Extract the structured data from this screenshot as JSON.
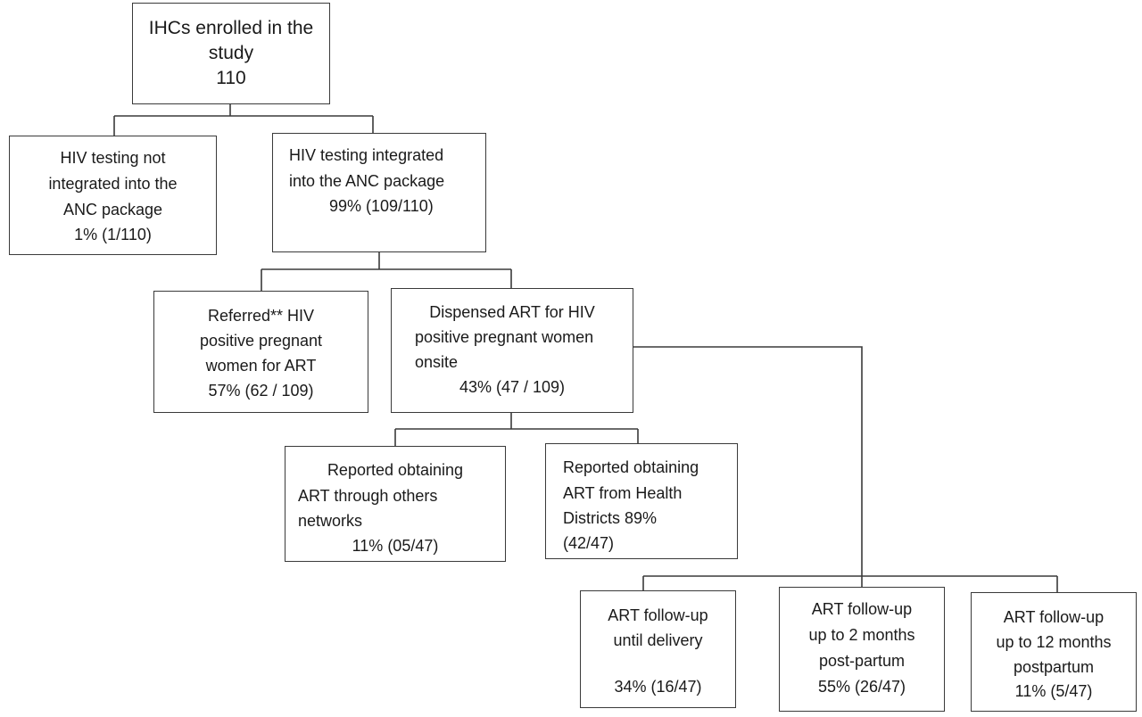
{
  "nodes": {
    "enrolled": {
      "lines": [
        "IHCs enrolled in the",
        "study",
        "110"
      ]
    },
    "not_integrated": {
      "lines": [
        "HIV testing not",
        "integrated into the",
        "ANC package",
        "1% (1/110)"
      ]
    },
    "integrated": {
      "lines": [
        "HIV testing integrated",
        "into the ANC package",
        "99% (109/110)"
      ]
    },
    "referred": {
      "lines": [
        "Referred** HIV",
        "positive pregnant",
        "women for ART",
        "57% (62 / 109)"
      ]
    },
    "dispensed": {
      "lines": [
        "Dispensed ART for HIV",
        "positive pregnant women",
        "onsite",
        "43% (47 / 109)"
      ]
    },
    "other_networks": {
      "lines": [
        "Reported obtaining",
        "ART through others",
        "networks",
        "11% (05/47)"
      ]
    },
    "health_districts": {
      "lines": [
        "Reported obtaining",
        "ART from Health",
        "Districts 89%",
        "(42/47)"
      ]
    },
    "followup_delivery": {
      "lines": [
        "ART follow-up",
        "until delivery",
        "",
        "34% (16/47)"
      ]
    },
    "followup_2m": {
      "lines": [
        "ART follow-up",
        "up to 2 months",
        "post-partum",
        "55% (26/47)"
      ]
    },
    "followup_12m": {
      "lines": [
        "ART follow-up",
        "up to 12 months",
        "postpartum",
        "11% (5/47)"
      ]
    }
  }
}
